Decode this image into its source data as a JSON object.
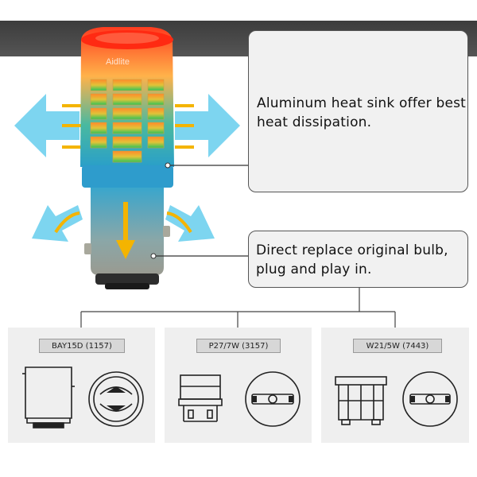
{
  "brand": {
    "logo_text": "Aidlite"
  },
  "callouts": {
    "heat_sink": "Aluminum heat sink offer best heat dissipation.",
    "direct_replace": "Direct replace original bulb, plug and play in."
  },
  "bases": [
    {
      "label": "BAY15D (1157)"
    },
    {
      "label": "P27/7W (3157)"
    },
    {
      "label": "W21/5W (7443)"
    }
  ],
  "colors": {
    "top_bar": "#444444",
    "arrow_blue": "#34b7e6",
    "arrow_yellow": "#f4b400",
    "panel_bg": "#efefef",
    "callout_bg": "#f1f1f1"
  }
}
